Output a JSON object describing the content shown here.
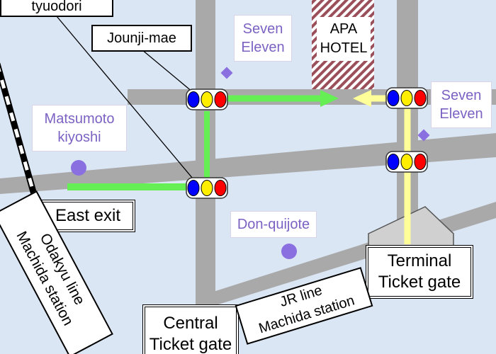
{
  "colors": {
    "background": "#dbe6f5",
    "road": "#a9a9a9",
    "route_green": "#66ee55",
    "route_yellow": "#ffff99",
    "poi_text": "#7b62c3",
    "poi_marker": "#8a6fe0",
    "hotel_hatch": "#9b4f5a",
    "signal_red": "#ff0000",
    "signal_yellow": "#ffee00",
    "signal_blue": "#0000ff"
  },
  "labels": {
    "tyuodori": "tyuodori",
    "jounji_mae": "Jounji-mae",
    "east_exit": "East exit",
    "terminal_gate_line1": "Terminal",
    "terminal_gate_line2": "Ticket gate",
    "central_gate_line1": "Central",
    "central_gate_line2": "Ticket gate",
    "odakyu_line1": "Odakyu line",
    "odakyu_line2": "Machida station",
    "jr_line1": "JR line",
    "jr_line2": "Machida station"
  },
  "places": {
    "seven_eleven_top": {
      "line1": "Seven",
      "line2": "Eleven"
    },
    "seven_eleven_right": {
      "line1": "Seven",
      "line2": "Eleven"
    },
    "apa_hotel": {
      "line1": "APA",
      "line2": "HOTEL"
    },
    "matsumoto_kiyoshi": {
      "line1": "Matsumoto",
      "line2": "kiyoshi"
    },
    "don_quijote": {
      "name": "Don-quijote"
    }
  },
  "icons": {
    "traffic_light": "traffic-light-icon",
    "store_marker_diamond": "diamond-marker-icon",
    "store_marker_circle": "circle-marker-icon"
  }
}
